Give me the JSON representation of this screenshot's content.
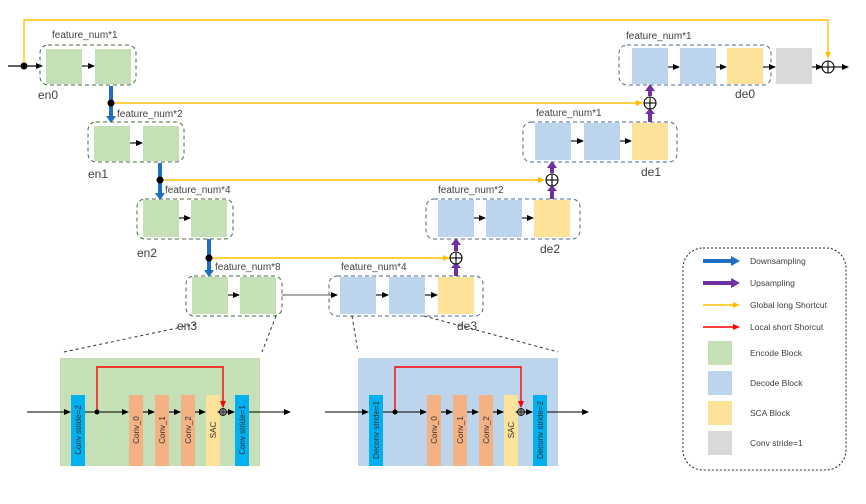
{
  "colors": {
    "encode": "#c5dfb6",
    "decode": "#bcd5ec",
    "sca": "#fde39a",
    "conv_s1": "#d9d9d9",
    "downsample": "#1f6fc0",
    "upsample": "#7030a0",
    "global_shortcut": "#ffc000",
    "local_shortcut": "#ff0000",
    "conv_stride": "#00b0f0",
    "conv_inner": "#f4b183",
    "enc_detail_bg": "#c5dfb6",
    "dec_detail_bg": "#bcd5ec"
  },
  "encoder": [
    {
      "name": "en0",
      "feature": "feature_num*1"
    },
    {
      "name": "en1",
      "feature": "feature_num*2"
    },
    {
      "name": "en2",
      "feature": "feature_num*4"
    },
    {
      "name": "en3",
      "feature": "feature_num*8"
    }
  ],
  "decoder": [
    {
      "name": "de0",
      "feature": "feature_num*1"
    },
    {
      "name": "de1",
      "feature": "feature_num*1"
    },
    {
      "name": "de2",
      "feature": "feature_num*2"
    },
    {
      "name": "de3",
      "feature": "feature_num*4"
    }
  ],
  "encode_detail": {
    "blocks": [
      "Conv stride=2",
      "Conv_0",
      "Conv_1",
      "Conv_2",
      "SAC",
      "Conv stride=1"
    ]
  },
  "decode_detail": {
    "blocks": [
      "Deconv stride=1",
      "Conv_0",
      "Conv_1",
      "Conv_2",
      "SAC",
      "Deconv stride=2"
    ]
  },
  "legend": {
    "items": [
      {
        "type": "arrow",
        "label": "Downsampling",
        "color_key": "downsample"
      },
      {
        "type": "arrow",
        "label": "Upsampling",
        "color_key": "upsample"
      },
      {
        "type": "arrow",
        "label": "Global long Shortcut",
        "color_key": "global_shortcut"
      },
      {
        "type": "arrow",
        "label": "Local short Shorcut",
        "color_key": "local_shortcut"
      },
      {
        "type": "swatch",
        "label": "Encode Block",
        "color_key": "encode"
      },
      {
        "type": "swatch",
        "label": "Decode Block",
        "color_key": "decode"
      },
      {
        "type": "swatch",
        "label": "SCA Block",
        "color_key": "sca"
      },
      {
        "type": "swatch",
        "label": "Conv stride=1",
        "color_key": "conv_s1"
      }
    ]
  }
}
